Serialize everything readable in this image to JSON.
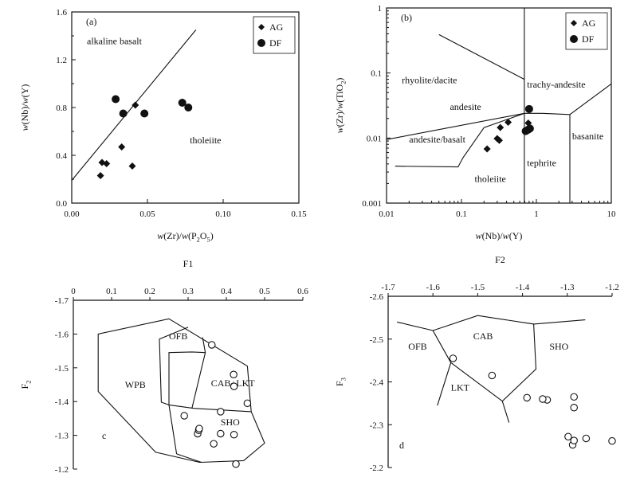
{
  "chart_data": [
    {
      "panel": "(a)",
      "type": "scatter",
      "xlabel": "w(Zr)/w(P2O5)",
      "ylabel": "w(Nb)/w(Y)",
      "xlim": [
        0,
        0.15
      ],
      "ylim": [
        0,
        1.6
      ],
      "x_ticks": [
        "0.00",
        "0.05",
        "0.10",
        "0.15"
      ],
      "y_ticks": [
        "0.0",
        "0.4",
        "0.8",
        "1.2",
        "1.6"
      ],
      "legend": [
        "AG",
        "DF"
      ],
      "legend_position": "top-right",
      "series": [
        {
          "name": "AG",
          "marker": "diamond",
          "points": [
            [
              0.019,
              0.23
            ],
            [
              0.02,
              0.34
            ],
            [
              0.023,
              0.33
            ],
            [
              0.033,
              0.47
            ],
            [
              0.04,
              0.31
            ],
            [
              0.042,
              0.82
            ]
          ]
        },
        {
          "name": "DF",
          "marker": "filled-circle",
          "points": [
            [
              0.029,
              0.87
            ],
            [
              0.034,
              0.75
            ],
            [
              0.048,
              0.75
            ],
            [
              0.073,
              0.84
            ],
            [
              0.077,
              0.8
            ]
          ]
        }
      ],
      "lines": [
        {
          "points": [
            [
              0.0,
              0.19
            ],
            [
              0.082,
              1.45
            ]
          ]
        }
      ],
      "region_labels": [
        {
          "text": "alkaline basalt",
          "at": [
            0.01,
            1.33
          ]
        },
        {
          "text": "tholeiite",
          "at": [
            0.078,
            0.5
          ]
        }
      ]
    },
    {
      "panel": "(b)",
      "type": "scatter",
      "xlabel": "w(Nb)/w(Y)",
      "ylabel": "w(Zr)/w(TiO2)",
      "xscale": "log",
      "yscale": "log",
      "xlim": [
        0.01,
        10
      ],
      "ylim": [
        0.001,
        1
      ],
      "x_ticks": [
        "0.01",
        "0.1",
        "1",
        "10"
      ],
      "y_ticks": [
        "0.001",
        "0.01",
        "0.1",
        "1"
      ],
      "legend": [
        "AG",
        "DF"
      ],
      "legend_position": "top-right",
      "series": [
        {
          "name": "AG",
          "marker": "diamond",
          "points": [
            [
              0.22,
              0.0068
            ],
            [
              0.3,
              0.0098
            ],
            [
              0.32,
              0.0092
            ],
            [
              0.33,
              0.0145
            ],
            [
              0.42,
              0.0175
            ],
            [
              0.78,
              0.017
            ],
            [
              0.8,
              0.0135
            ]
          ]
        },
        {
          "name": "DF",
          "marker": "filled-circle",
          "points": [
            [
              0.72,
              0.0128
            ],
            [
              0.78,
              0.0135
            ],
            [
              0.8,
              0.028
            ],
            [
              0.82,
              0.014
            ]
          ]
        }
      ],
      "lines": [
        {
          "points": [
            [
              0.01,
              0.0095
            ],
            [
              0.69,
              0.024
            ],
            [
              1.2,
              0.024
            ],
            [
              2.8,
              0.023
            ],
            [
              10,
              0.068
            ]
          ]
        },
        {
          "points": [
            [
              0.013,
              0.0037
            ],
            [
              0.09,
              0.0036
            ],
            [
              0.105,
              0.005
            ],
            [
              0.2,
              0.0145
            ],
            [
              0.69,
              0.024
            ]
          ]
        },
        {
          "points": [
            [
              0.05,
              0.39
            ],
            [
              0.69,
              0.08
            ]
          ]
        },
        {
          "points": [
            [
              0.69,
              1.0
            ],
            [
              0.69,
              0.001
            ]
          ]
        },
        {
          "points": [
            [
              2.8,
              0.023
            ],
            [
              2.8,
              0.001
            ]
          ]
        }
      ],
      "region_labels": [
        {
          "text": "rhyolite/dacite",
          "at": [
            0.016,
            0.07
          ]
        },
        {
          "text": "trachy-andesite",
          "at": [
            0.75,
            0.06
          ]
        },
        {
          "text": "andesite",
          "at": [
            0.07,
            0.027
          ]
        },
        {
          "text": "andesite/basalt",
          "at": [
            0.02,
            0.0085
          ]
        },
        {
          "text": "basanite",
          "at": [
            3.0,
            0.0095
          ]
        },
        {
          "text": "tephrite",
          "at": [
            0.75,
            0.0037
          ]
        },
        {
          "text": "tholeiite",
          "at": [
            0.15,
            0.0021
          ]
        }
      ]
    },
    {
      "panel": "c",
      "type": "scatter",
      "title": "F1",
      "xlabel": "",
      "ylabel": "F2",
      "x_axis_position": "top",
      "xlim": [
        0,
        0.6
      ],
      "ylim": [
        -1.7,
        -1.2
      ],
      "x_ticks": [
        "0",
        "0.1",
        "0.2",
        "0.3",
        "0.4",
        "0.5",
        "0.6"
      ],
      "y_ticks": [
        "-1.2",
        "-1.3",
        "-1.4",
        "-1.5",
        "-1.6",
        "-1.7"
      ],
      "series": [
        {
          "name": "",
          "marker": "open-circle",
          "points": [
            [
              0.425,
              -1.215
            ],
            [
              0.367,
              -1.275
            ],
            [
              0.325,
              -1.305
            ],
            [
              0.328,
              -1.315
            ],
            [
              0.329,
              -1.32
            ],
            [
              0.385,
              -1.305
            ],
            [
              0.42,
              -1.302
            ],
            [
              0.29,
              -1.358
            ],
            [
              0.385,
              -1.37
            ],
            [
              0.455,
              -1.395
            ],
            [
              0.42,
              -1.445
            ],
            [
              0.419,
              -1.48
            ],
            [
              0.362,
              -1.568
            ]
          ]
        }
      ],
      "lines": [
        {
          "points": [
            [
              0.065,
              -1.43
            ],
            [
              0.065,
              -1.6
            ],
            [
              0.25,
              -1.645
            ],
            [
              0.455,
              -1.505
            ],
            [
              0.465,
              -1.37
            ],
            [
              0.5,
              -1.277
            ],
            [
              0.445,
              -1.225
            ],
            [
              0.33,
              -1.22
            ],
            [
              0.215,
              -1.25
            ],
            [
              0.065,
              -1.43
            ]
          ]
        },
        {
          "points": [
            [
              0.27,
              -1.245
            ],
            [
              0.25,
              -1.39
            ],
            [
              0.23,
              -1.398
            ],
            [
              0.225,
              -1.585
            ],
            [
              0.3,
              -1.62
            ]
          ]
        },
        {
          "points": [
            [
              0.25,
              -1.39
            ],
            [
              0.25,
              -1.545
            ],
            [
              0.31,
              -1.547
            ],
            [
              0.345,
              -1.545
            ],
            [
              0.338,
              -1.59
            ]
          ]
        },
        {
          "points": [
            [
              0.27,
              -1.245
            ],
            [
              0.335,
              -1.22
            ]
          ]
        },
        {
          "points": [
            [
              0.25,
              -1.39
            ],
            [
              0.315,
              -1.38
            ],
            [
              0.465,
              -1.37
            ]
          ]
        },
        {
          "points": [
            [
              0.31,
              -1.38
            ],
            [
              0.345,
              -1.545
            ]
          ]
        }
      ],
      "region_labels": [
        {
          "text": "c",
          "at": [
            0.075,
            -1.29
          ]
        },
        {
          "text": "WPB",
          "at": [
            0.135,
            -1.44
          ]
        },
        {
          "text": "SHO",
          "at": [
            0.385,
            -1.33
          ]
        },
        {
          "text": "CAB+LKT",
          "at": [
            0.36,
            -1.445
          ]
        },
        {
          "text": "OFB",
          "at": [
            0.25,
            -1.585
          ]
        }
      ]
    },
    {
      "panel": "d",
      "type": "scatter",
      "title": "F2",
      "xlabel": "",
      "ylabel": "F3",
      "x_axis_position": "top",
      "xlim": [
        -1.7,
        -1.2
      ],
      "ylim": [
        -2.6,
        -2.2
      ],
      "x_ticks": [
        "-1.7",
        "-1.6",
        "-1.5",
        "-1.4",
        "-1.3",
        "-1.2"
      ],
      "y_ticks": [
        "-2.2",
        "-2.3",
        "-2.4",
        "-2.5",
        "-2.6"
      ],
      "series": [
        {
          "name": "",
          "marker": "open-circle",
          "points": [
            [
              -1.2,
              -2.262
            ],
            [
              -1.258,
              -2.268
            ],
            [
              -1.288,
              -2.253
            ],
            [
              -1.285,
              -2.263
            ],
            [
              -1.298,
              -2.272
            ],
            [
              -1.285,
              -2.34
            ],
            [
              -1.285,
              -2.365
            ],
            [
              -1.345,
              -2.358
            ],
            [
              -1.355,
              -2.36
            ],
            [
              -1.39,
              -2.363
            ],
            [
              -1.468,
              -2.415
            ],
            [
              -1.555,
              -2.455
            ]
          ]
        }
      ],
      "lines": [
        {
          "points": [
            [
              -1.56,
              -2.445
            ],
            [
              -1.445,
              -2.355
            ],
            [
              -1.37,
              -2.43
            ],
            [
              -1.375,
              -2.535
            ],
            [
              -1.5,
              -2.555
            ],
            [
              -1.6,
              -2.52
            ],
            [
              -1.56,
              -2.445
            ]
          ]
        },
        {
          "points": [
            [
              -1.6,
              -2.52
            ],
            [
              -1.68,
              -2.54
            ]
          ]
        },
        {
          "points": [
            [
              -1.56,
              -2.445
            ],
            [
              -1.59,
              -2.345
            ]
          ]
        },
        {
          "points": [
            [
              -1.445,
              -2.355
            ],
            [
              -1.43,
              -2.305
            ]
          ]
        },
        {
          "points": [
            [
              -1.375,
              -2.535
            ],
            [
              -1.26,
              -2.545
            ]
          ]
        }
      ],
      "region_labels": [
        {
          "text": "d",
          "at": [
            -1.675,
            -2.245
          ]
        },
        {
          "text": "LKT",
          "at": [
            -1.56,
            -2.38
          ]
        },
        {
          "text": "OFB",
          "at": [
            -1.655,
            -2.475
          ]
        },
        {
          "text": "CAB",
          "at": [
            -1.51,
            -2.5
          ]
        },
        {
          "text": "SHO",
          "at": [
            -1.34,
            -2.475
          ]
        }
      ]
    }
  ]
}
